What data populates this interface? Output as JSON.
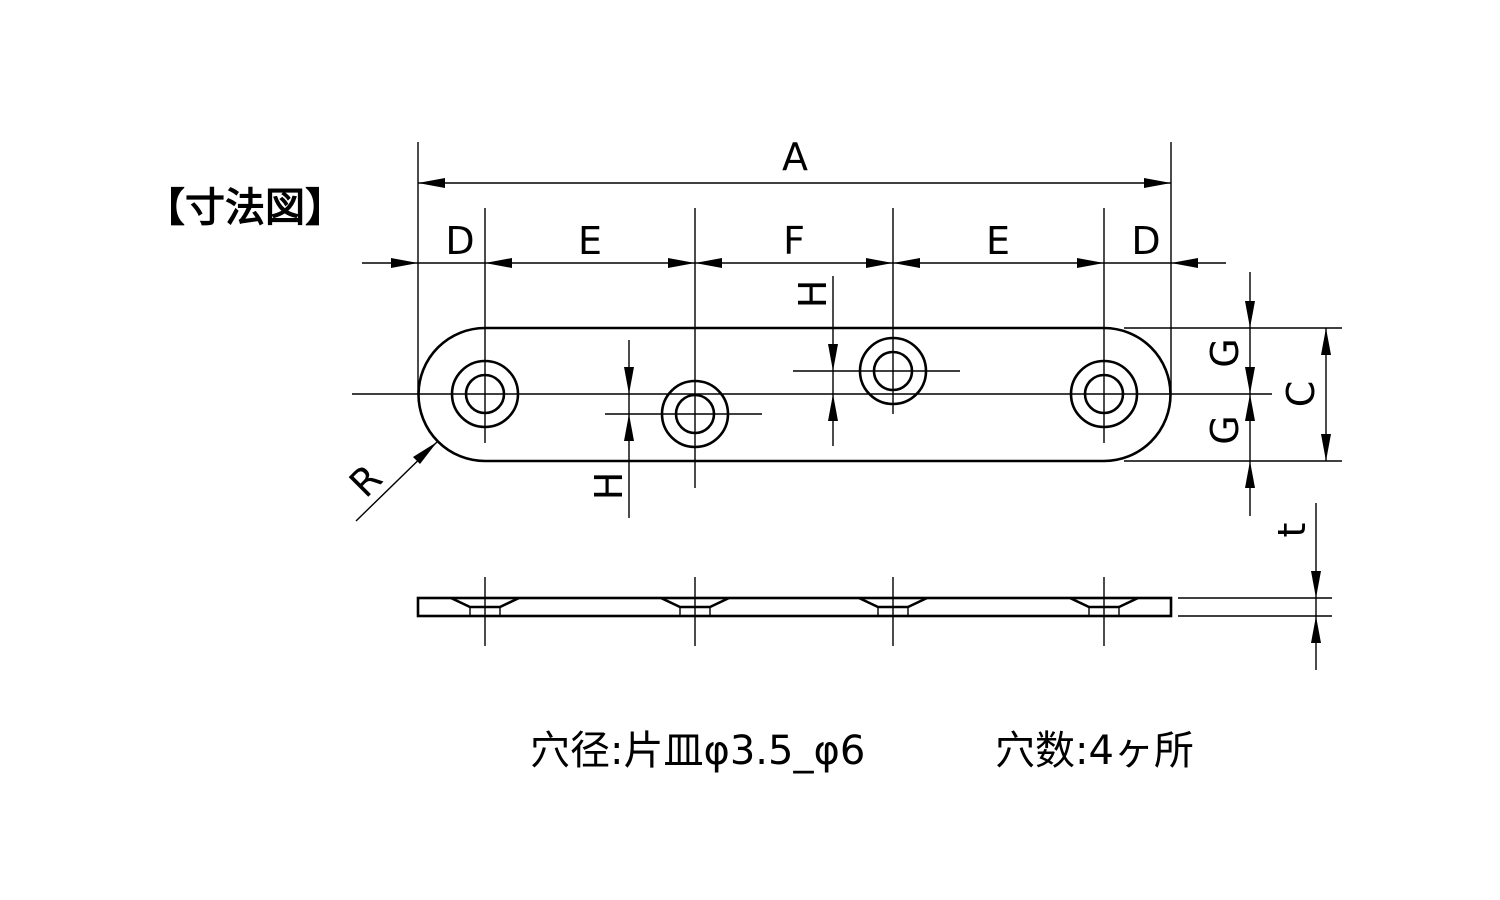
{
  "title": "【寸法図】",
  "labels": {
    "A": "A",
    "D": "D",
    "E": "E",
    "F": "F",
    "H": "H",
    "G": "G",
    "C": "C",
    "R": "R",
    "t": "t"
  },
  "notes": {
    "hole_diameter": "穴径:片皿φ3.5_φ6",
    "hole_count": "穴数:4ヶ所"
  },
  "colors": {
    "line": "#000000",
    "background": "#ffffff"
  }
}
